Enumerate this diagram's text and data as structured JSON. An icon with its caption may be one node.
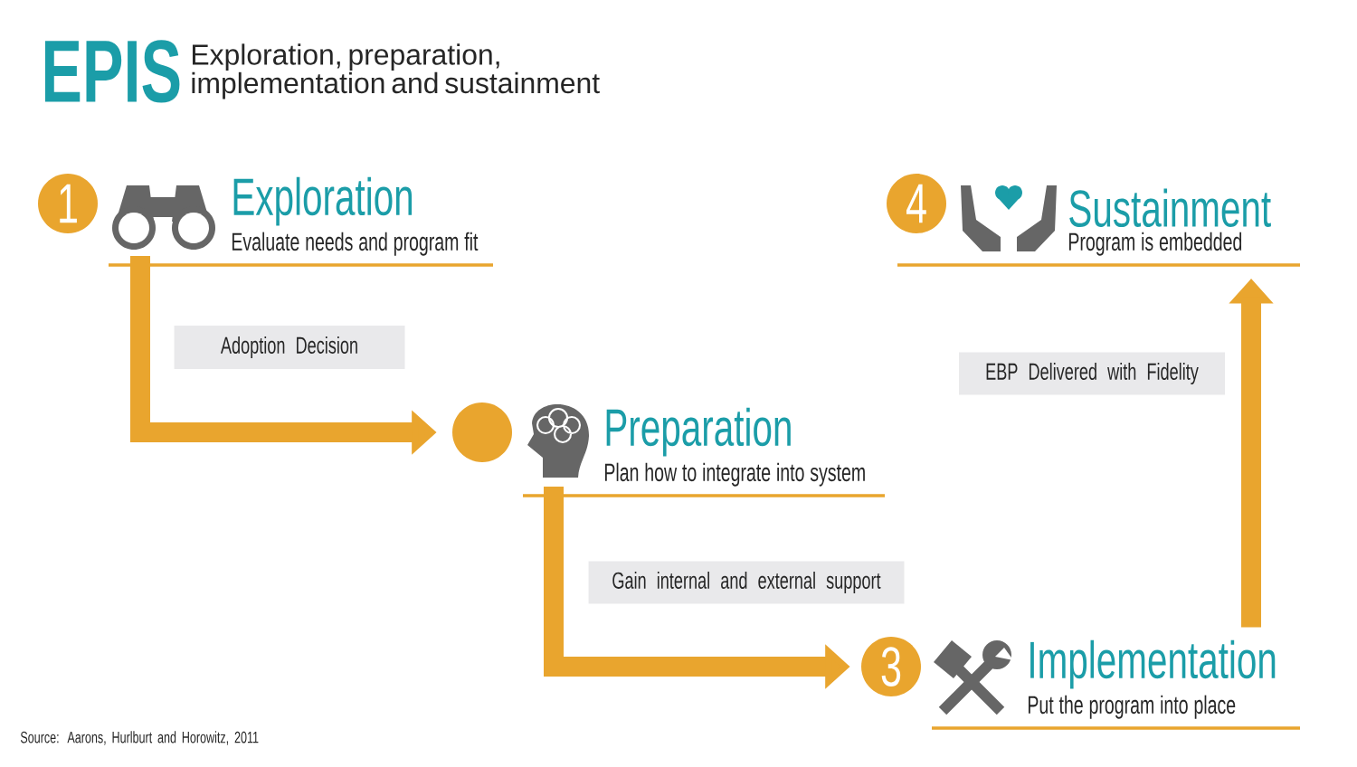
{
  "diagram": {
    "title": "EPIS",
    "nodes": [
      {
        "text": [
          "1"
        ]
      },
      {
        "text": [
          "Exploration",
          "Evaluate needs and program fit"
        ]
      },
      {
        "text": [],
        "shape": "circle"
      },
      {
        "text": [
          "Preparation",
          "Plan how to integrate into system"
        ]
      },
      {
        "text": [
          "3"
        ]
      },
      {
        "text": [
          "Implementation",
          "Put the program into place"
        ]
      },
      {
        "text": [
          "4"
        ]
      },
      {
        "text": [
          "Sustainment",
          "Program is embedded"
        ]
      }
    ],
    "edges": [
      {
        "from": 1,
        "to": 2,
        "arrow": "to",
        "label": "Adoption Decision"
      },
      {
        "from": 3,
        "to": 4,
        "arrow": "to",
        "label": "Gain internal and external support"
      },
      {
        "from": 5,
        "to": 7,
        "arrow": "to",
        "label": "EBP Delivered with Fidelity"
      }
    ],
    "labels": [
      "Exploration, preparation, implementation and sustainment",
      "Source: Aarons, Hurlburt and Horowitz, 2011"
    ]
  }
}
